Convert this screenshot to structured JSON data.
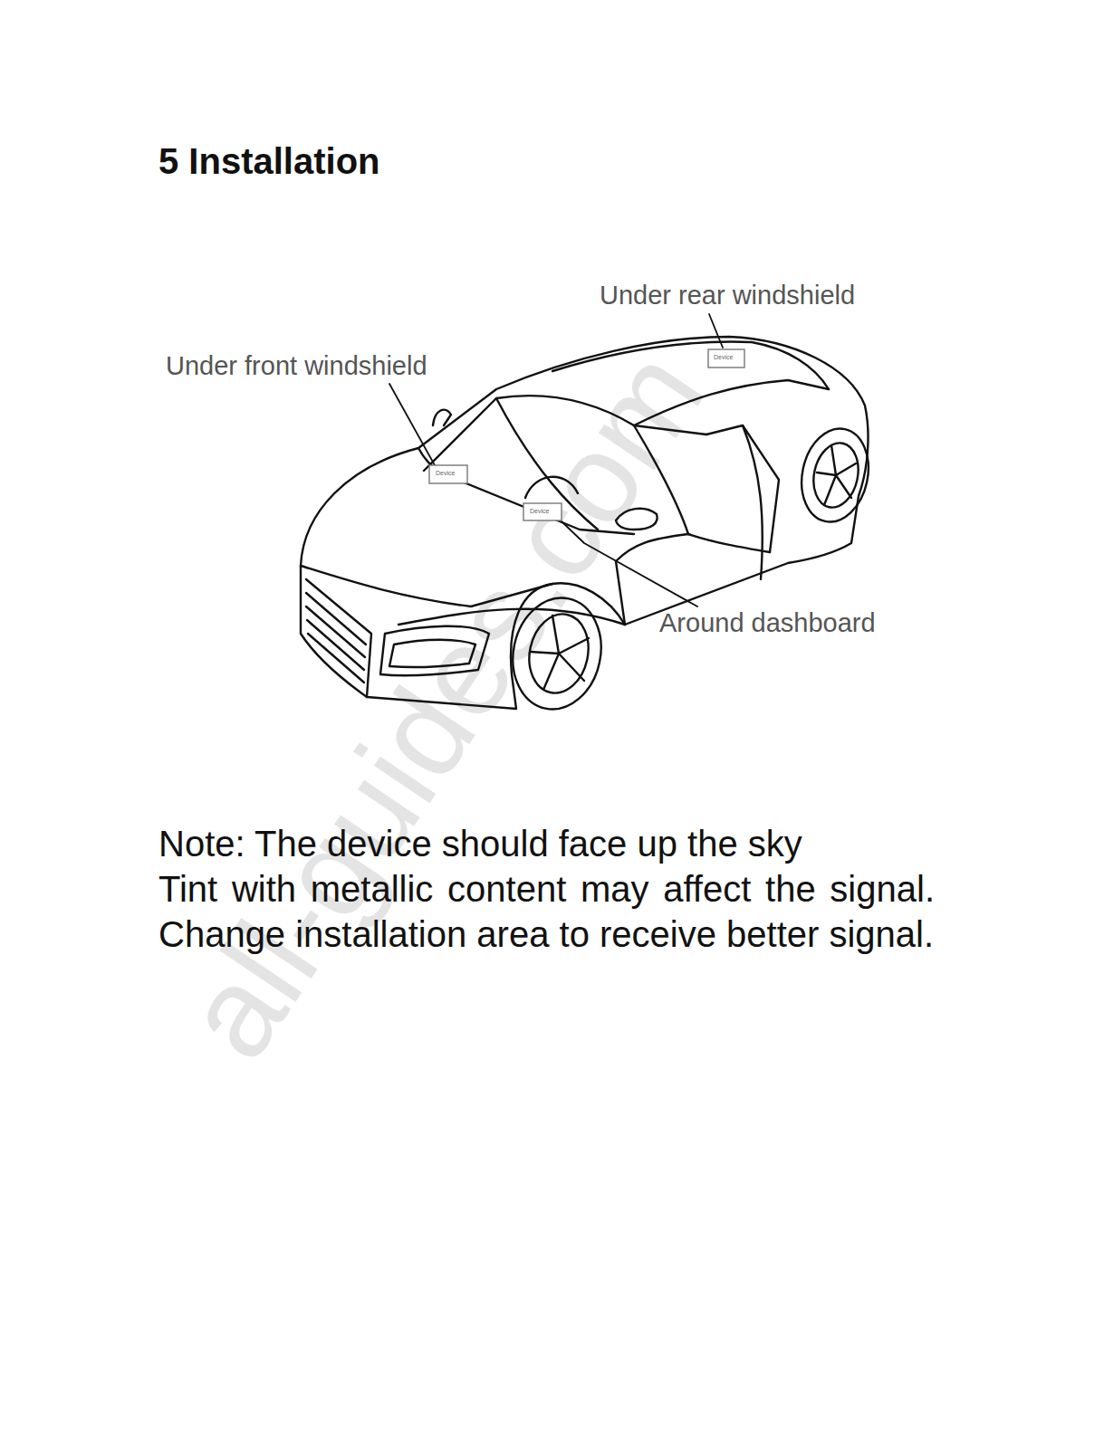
{
  "diagram": {
    "title": "5 Installation",
    "labels": [
      "Under rear windshield",
      "Under front windshield",
      "Around dashboard",
      "Device",
      "Device",
      "Device",
      "Note: The device should face up the sky",
      "Tint with metallic content may affect the signal. Change installation area to receive better signal.",
      "all-guides.com"
    ]
  }
}
